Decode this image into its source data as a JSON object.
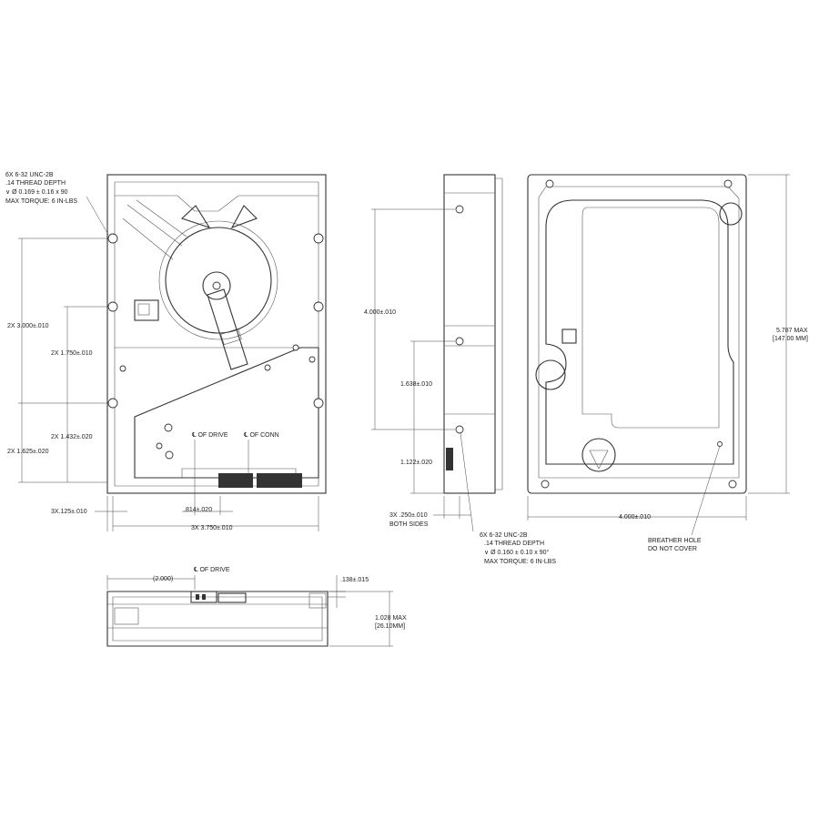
{
  "bottom_view": {
    "thread_note": [
      "6X 6-32 UNC-2B",
      ".14 THREAD DEPTH",
      "∨  Ø  0.169 ± 0.16 x 90",
      "MAX TORQUE:  6 IN-LBS"
    ],
    "dims": {
      "d_3000": "2X 3.000±.010",
      "d_1750": "2X 1.750±.010",
      "d_1432": "2X 1.432±.020",
      "d_1625": "2X 1.625±.020",
      "d_125": "3X.125±.010",
      "d_814": ".814±.020",
      "d_3750": "3X 3.750±.010"
    },
    "cl_drive": "℄ OF DRIVE",
    "cl_conn": "℄ OF CONN"
  },
  "side_view": {
    "dims": {
      "d_4000": "4.000±.010",
      "d_1638": "1.638±.010",
      "d_1122": "1.122±.020",
      "d_250": "3X .250±.010",
      "d_250_note": "BOTH SIDES"
    },
    "thread_note": [
      "6X 6-32 UNC-2B",
      ".14 THREAD DEPTH",
      "∨  Ø  0.160 ± 0.10 x 90°",
      "MAX TORQUE:  6 IN-LBS"
    ]
  },
  "top_view": {
    "dims": {
      "d_5787": "5.787 MAX",
      "d_5787_mm": "[147.00 MM]",
      "d_4000": "4.000±.010"
    },
    "breather_note": [
      "BREATHER HOLE",
      "DO NOT COVER"
    ]
  },
  "end_view": {
    "dims": {
      "d_2000": "(2.000)",
      "d_138": ".138±.015",
      "d_1028": "1.028 MAX",
      "d_1028_mm": "[26.10MM]"
    },
    "cl_drive": "℄ OF DRIVE"
  }
}
